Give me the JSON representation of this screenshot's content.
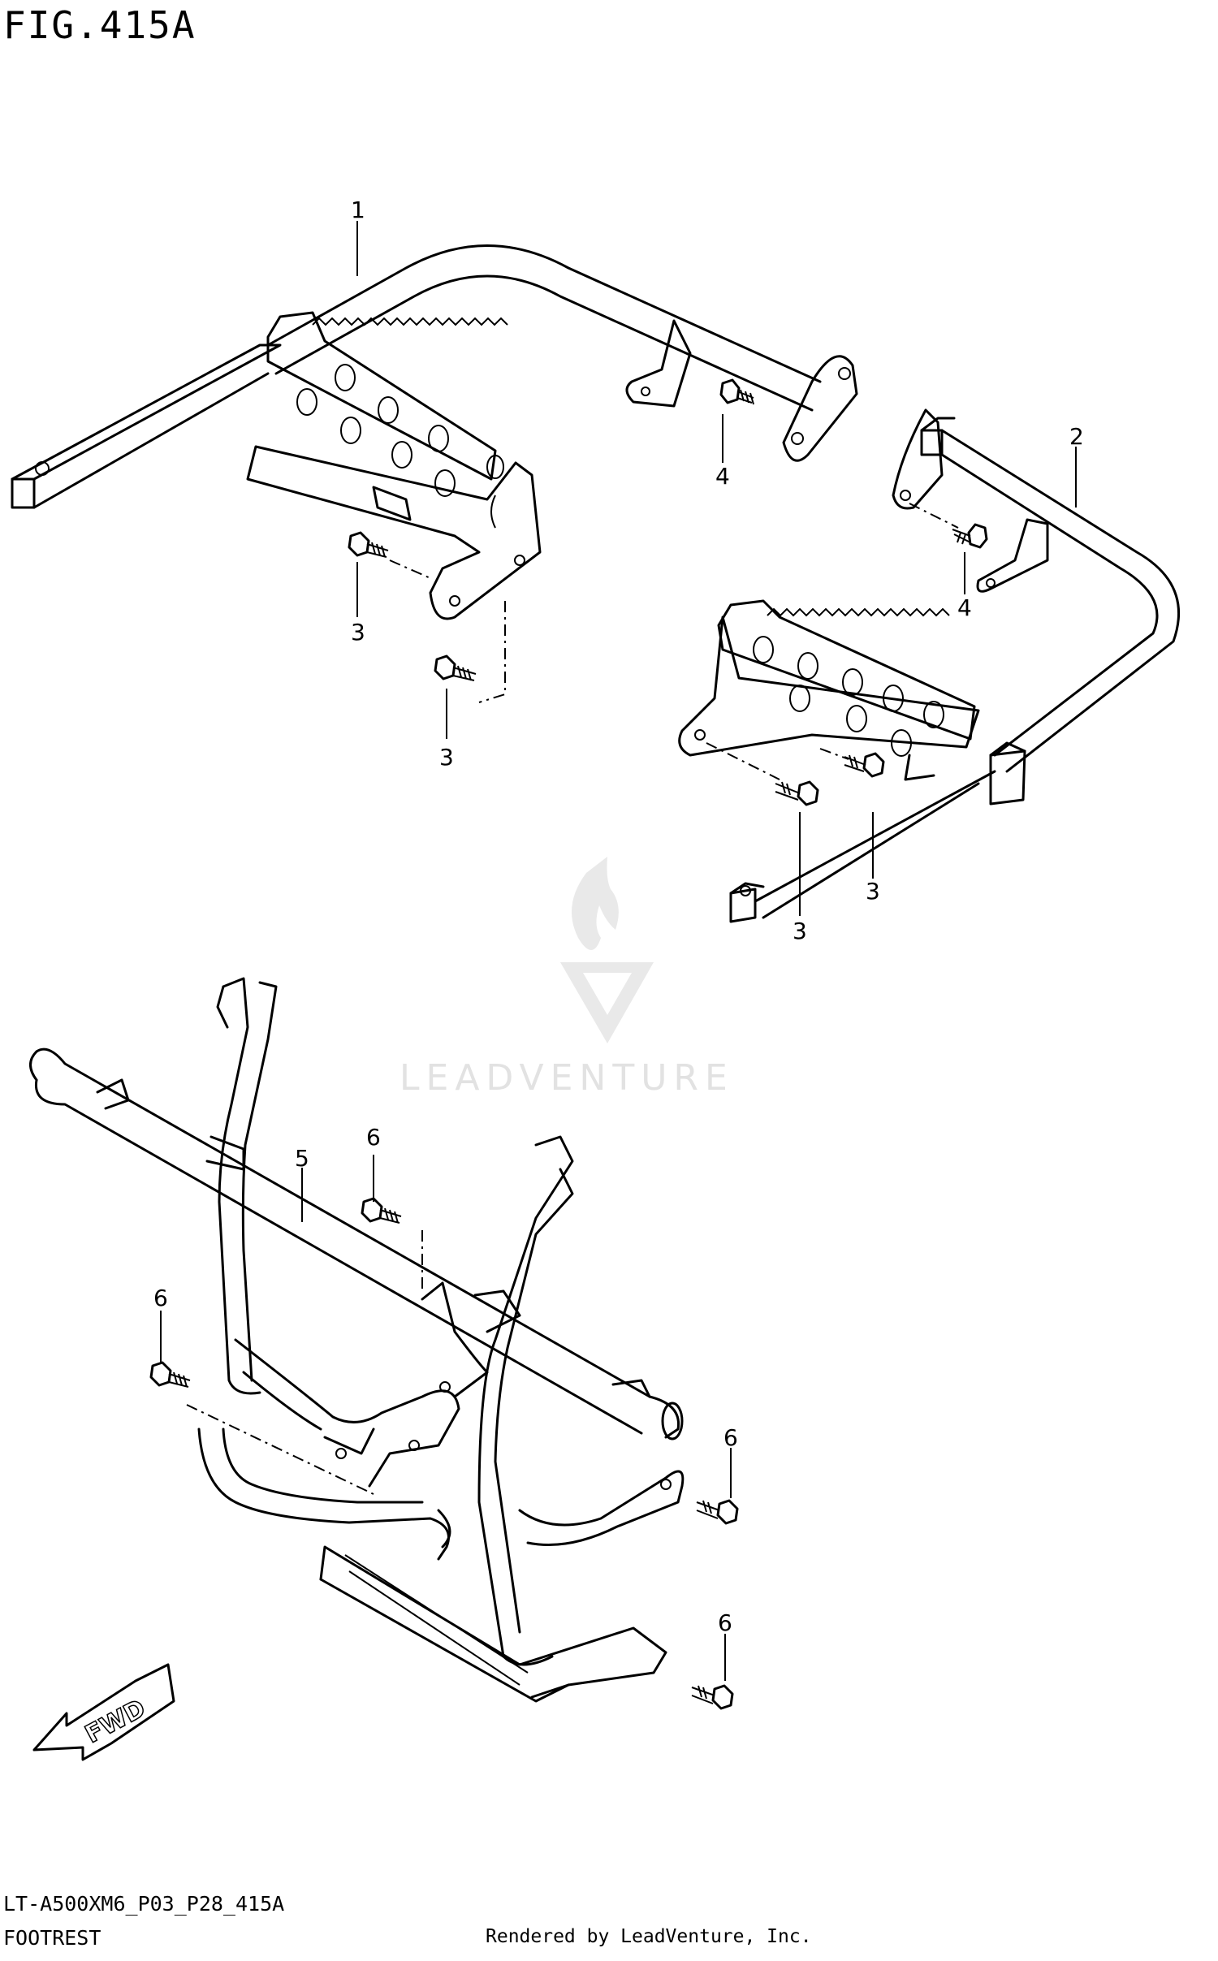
{
  "figure": {
    "title": "FIG.415A",
    "code": "LT-A500XM6_P03_P28_415A",
    "name": "FOOTREST",
    "credit": "Rendered by LeadVenture, Inc.",
    "watermark": "LEADVENTURE",
    "direction_label": "FWD"
  },
  "callouts": [
    {
      "id": "c1a",
      "label": "1"
    },
    {
      "id": "c2a",
      "label": "2"
    },
    {
      "id": "c3a",
      "label": "3"
    },
    {
      "id": "c3b",
      "label": "3"
    },
    {
      "id": "c3c",
      "label": "3"
    },
    {
      "id": "c3d",
      "label": "3"
    },
    {
      "id": "c4a",
      "label": "4"
    },
    {
      "id": "c4b",
      "label": "4"
    },
    {
      "id": "c5a",
      "label": "5"
    },
    {
      "id": "c6a",
      "label": "6"
    },
    {
      "id": "c6b",
      "label": "6"
    },
    {
      "id": "c6c",
      "label": "6"
    },
    {
      "id": "c6d",
      "label": "6"
    }
  ]
}
